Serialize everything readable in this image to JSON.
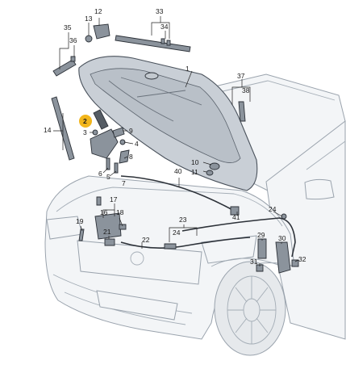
{
  "labels": {
    "l1": "1",
    "l2": "2",
    "l3": "3",
    "l4": "4",
    "l5": "5",
    "l6": "6",
    "l7": "7",
    "l8": "8",
    "l9": "9",
    "l10": "10",
    "l11": "11",
    "l12": "12",
    "l13": "13",
    "l14": "14",
    "l16": "16",
    "l17": "17",
    "l18": "18",
    "l19": "19",
    "l21": "21",
    "l22": "22",
    "l23": "23",
    "l24a": "24",
    "l24b": "24",
    "l29": "29",
    "l30": "30",
    "l31": "31",
    "l32": "32",
    "l33": "33",
    "l34": "34",
    "l35": "35",
    "l36": "36",
    "l37": "37",
    "l38": "38",
    "l40": "40",
    "l41": "41"
  },
  "highlight": {
    "label": "2",
    "color": "#f2b61c"
  }
}
